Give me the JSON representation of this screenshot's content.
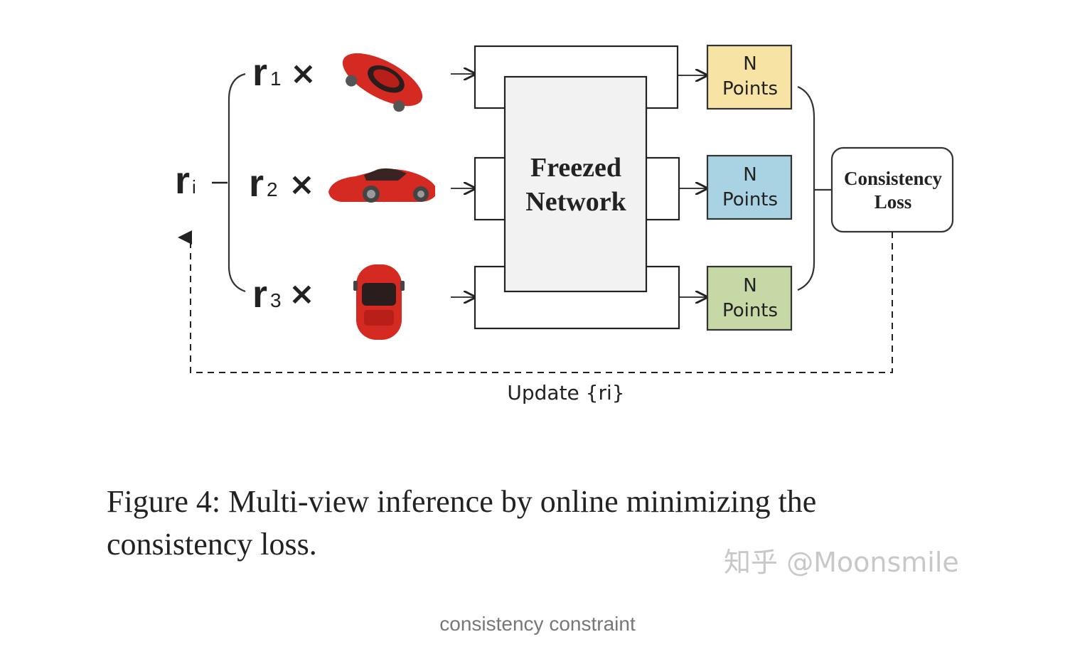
{
  "diagram": {
    "rotations": [
      {
        "sym": "r",
        "sub": "1",
        "times": "×"
      },
      {
        "sym": "r",
        "sub": "2",
        "times": "×"
      },
      {
        "sym": "r",
        "sub": "3",
        "times": "×"
      }
    ],
    "ri": {
      "sym": "r",
      "sub": "i"
    },
    "network": {
      "line1": "Freezed",
      "line2": "Network"
    },
    "outputs": [
      {
        "line1": "N",
        "line2": "Points",
        "color": "#f7e4a4"
      },
      {
        "line1": "N",
        "line2": "Points",
        "color": "#a9d3e2"
      },
      {
        "line1": "N",
        "line2": "Points",
        "color": "#c6d8a6"
      }
    ],
    "loss": {
      "line1": "Consistency",
      "line2": "Loss"
    },
    "update_label": "Update {ri}",
    "car_color": "#d42a22"
  },
  "caption": "Figure 4:  Multi-view inference by online minimizing the consistency loss.",
  "watermark": "知乎 @Moonsmile",
  "footer_label": "consistency constraint"
}
